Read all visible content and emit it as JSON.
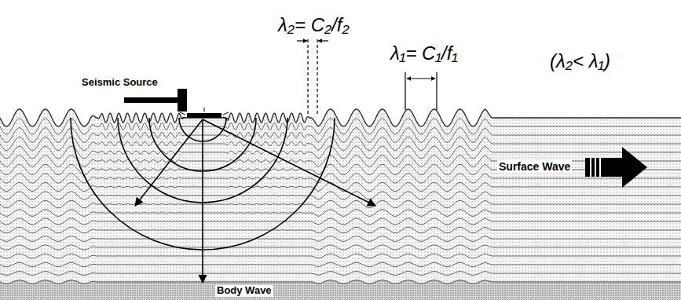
{
  "diagram": {
    "labels": [
      "λ₂= C₂/f₂",
      "λ₁= C₁/f₁",
      "Seismic Source",
      "(λ₂< λ₁)",
      "Surface Wave",
      "Body Wave"
    ]
  }
}
